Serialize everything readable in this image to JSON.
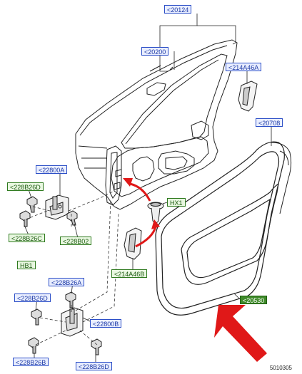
{
  "callouts": {
    "c20124": "<20124",
    "c20200": "<20200",
    "c214A46A": "<214A46A",
    "c20708": "<20708",
    "c22800A": "<22800A",
    "c228B26D_top": "<228B26D",
    "c228B26C": "<228B26C",
    "c228B02": "<228B02",
    "cHX1": "HX1",
    "cHB1": "HB1",
    "c214A46B": "<214A46B",
    "c228B26A": "<228B26A",
    "c228B26D_mid": "<228B26D",
    "c22800B": "<22800B",
    "c20530": "<20530",
    "c228B26B": "<228B26B",
    "c228B26D_bot": "<228B26D"
  },
  "footer": {
    "code": "5010305"
  },
  "colors": {
    "blue_callout": "#2b4ec7",
    "green_callout": "#2f7a1f",
    "red_arrow": "#e01818",
    "line": "#222222"
  }
}
